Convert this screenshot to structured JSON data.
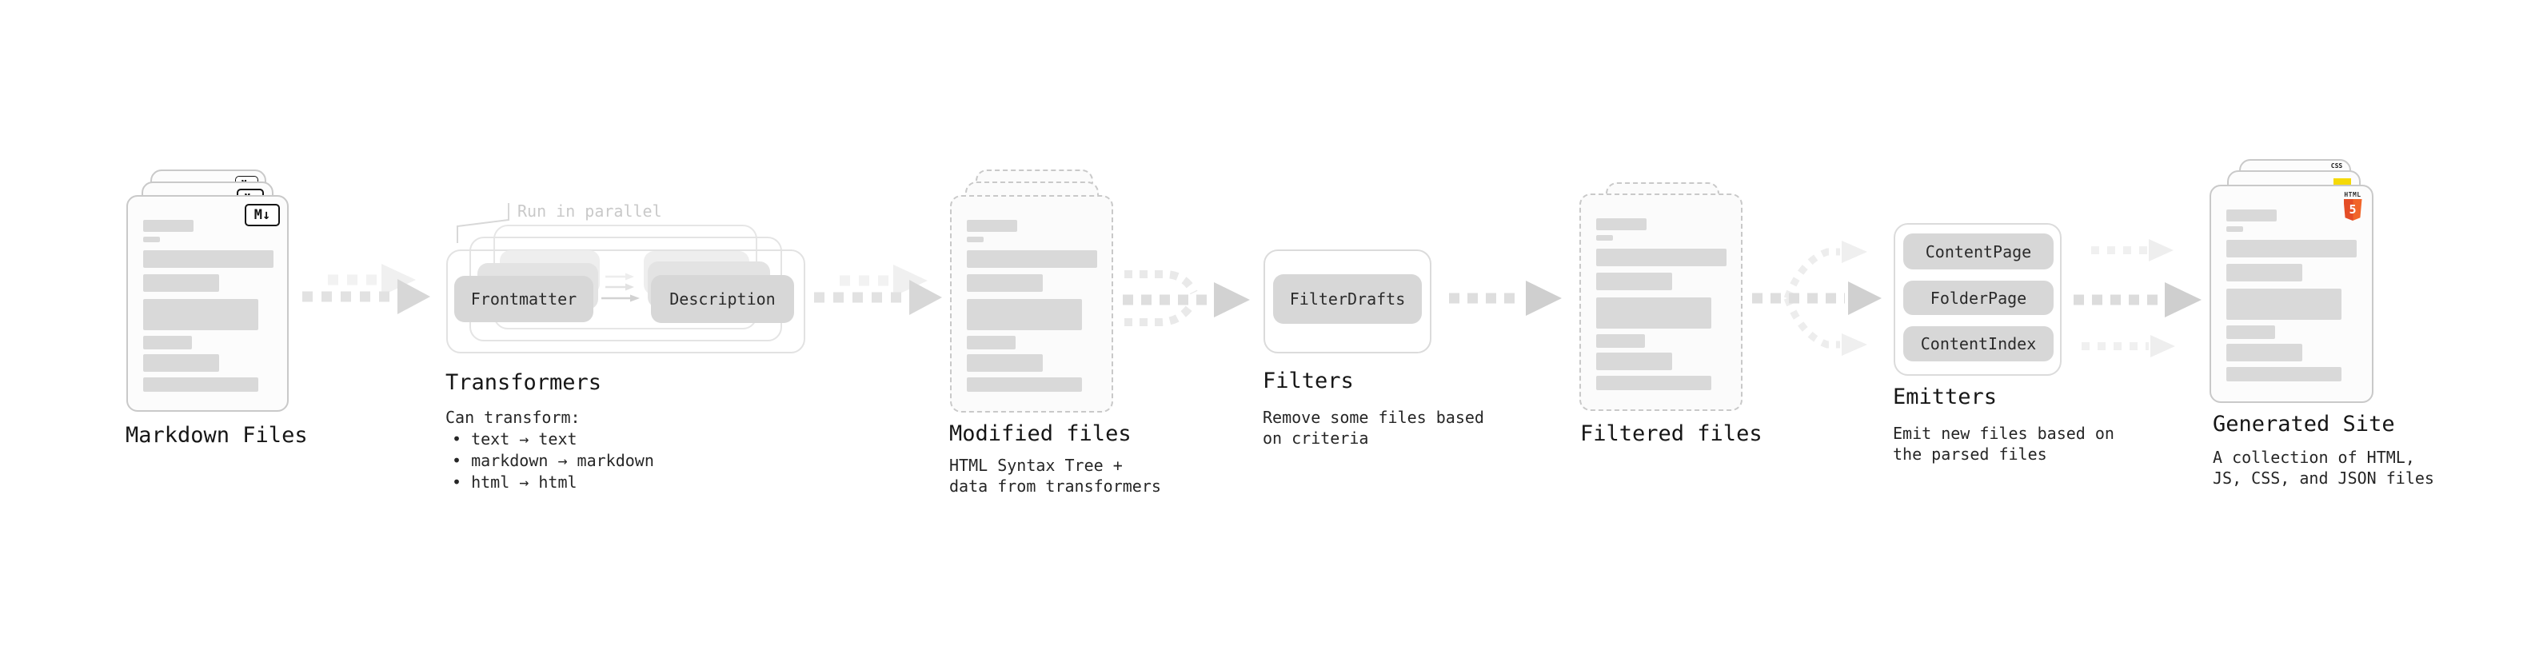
{
  "diagram": {
    "stages": {
      "markdown": {
        "label": "Markdown Files",
        "badge": "M↓"
      },
      "transformers": {
        "label": "Transformers",
        "annotation": "Run in parallel",
        "buttons": {
          "frontmatter": "Frontmatter",
          "description": "Description"
        },
        "desc_title": "Can transform:",
        "bullets": [
          "• text → text",
          "• markdown → markdown",
          "• html → html"
        ]
      },
      "modified": {
        "label": "Modified files",
        "desc": [
          "HTML Syntax Tree +",
          "data from transformers"
        ]
      },
      "filters": {
        "label": "Filters",
        "buttons": {
          "filter_drafts": "FilterDrafts"
        },
        "desc": [
          "Remove some files based",
          "on criteria"
        ]
      },
      "filtered": {
        "label": "Filtered files"
      },
      "emitters": {
        "label": "Emitters",
        "buttons": {
          "content_page": "ContentPage",
          "folder_page": "FolderPage",
          "content_index": "ContentIndex"
        },
        "desc": [
          "Emit new files based on",
          "the parsed files"
        ]
      },
      "generated": {
        "label": "Generated Site",
        "badges": {
          "css": "CSS",
          "html": "HTML",
          "html_number": "5"
        },
        "desc": [
          "A collection of HTML,",
          "JS, CSS, and JSON files"
        ]
      }
    },
    "colors": {
      "html5_orange": "#e44d26",
      "js_yellow": "#f5d908",
      "css_blue": "#2d65e8",
      "card_bar_gray": "#d9d9d9",
      "button_gray": "#d7d7d7"
    }
  }
}
